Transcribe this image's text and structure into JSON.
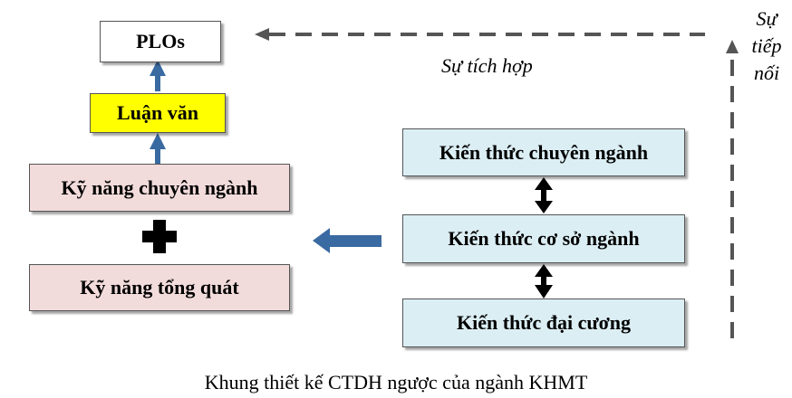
{
  "diagram": {
    "plos": "PLOs",
    "thesis": "Luận văn",
    "specialized_skills": "Kỹ năng chuyên ngành",
    "general_skills": "Kỹ năng tổng quát",
    "specialized_knowledge": "Kiến thức chuyên ngành",
    "foundation_knowledge": "Kiến thức cơ sở ngành",
    "general_knowledge": "Kiến thức đại cương",
    "integration_label": "Sự tích hợp",
    "continuity_label": [
      "Sự",
      "tiếp",
      "nối"
    ],
    "caption": "Khung thiết kế CTDH ngược của ngành KHMT"
  },
  "colors": {
    "plos_box": "#ffffff",
    "thesis_box": "#ffff00",
    "skills_box": "#f2dcdb",
    "knowledge_box": "#dbeef4",
    "arrow_blue": "#3a6aa2",
    "dashed_line": "#555555",
    "plus": "#000000"
  }
}
